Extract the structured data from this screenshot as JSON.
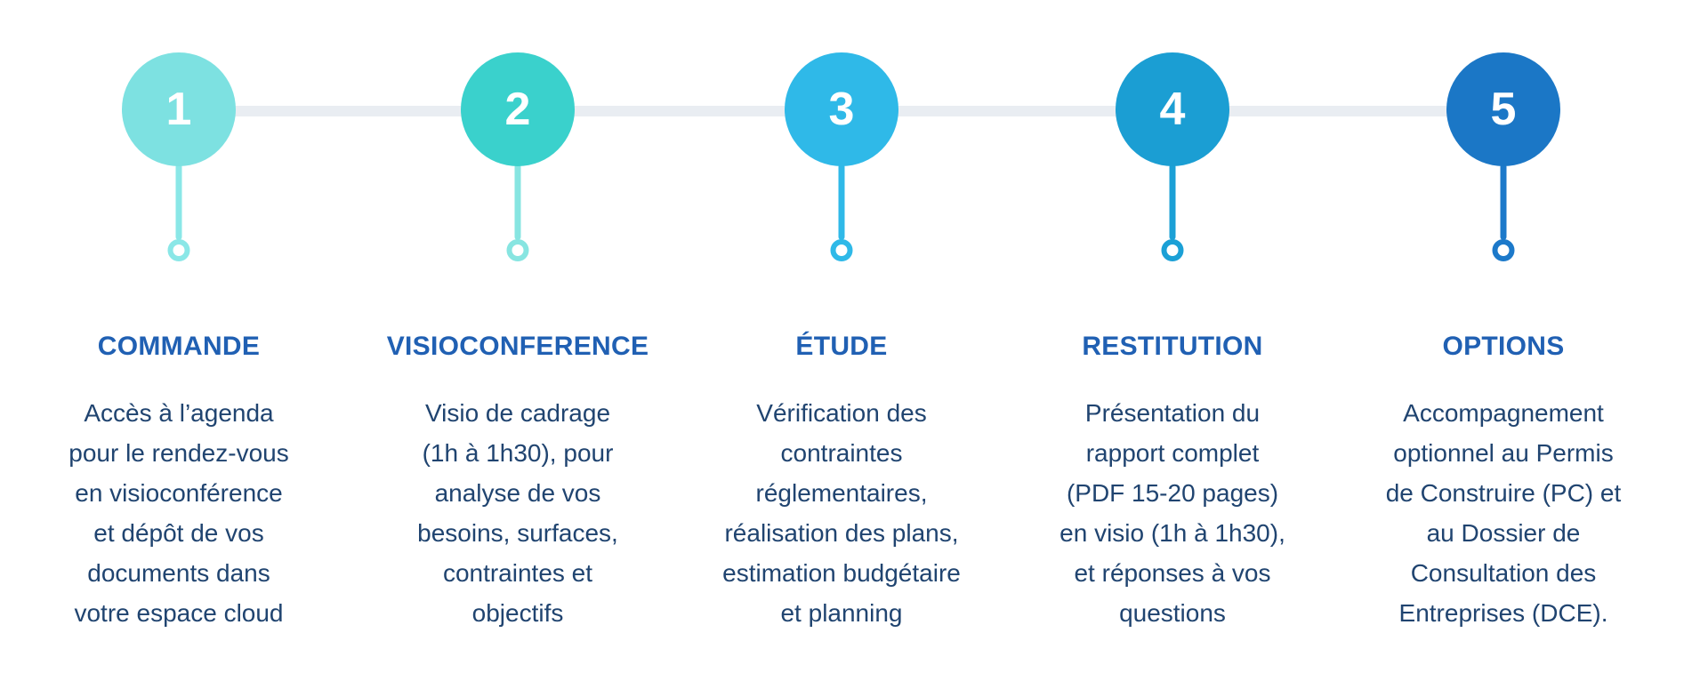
{
  "timeline": {
    "connector_color": "#e9edf2",
    "number_color": "#ffffff",
    "title_color": "#2060b3",
    "description_color": "#204470",
    "steps": [
      {
        "number": "1",
        "title": "COMMANDE",
        "description": "Accès à l’agenda\npour le rendez-vous\nen visioconférence\net dépôt de vos\ndocuments dans\nvotre espace cloud",
        "circle_color": "#7de1e1",
        "stem_color": "#8ae7e7"
      },
      {
        "number": "2",
        "title": "VISIOCONFERENCE",
        "description": "Visio de cadrage\n(1h à 1h30), pour\nanalyse de vos\nbesoins, surfaces,\ncontraintes et\nobjectifs",
        "circle_color": "#3ad1cc",
        "stem_color": "#87e5e1"
      },
      {
        "number": "3",
        "title": "ÉTUDE",
        "description": "Vérification des\ncontraintes\nréglementaires,\nréalisation des plans,\nestimation budgétaire\net planning",
        "circle_color": "#2fb9e8",
        "stem_color": "#2fb9e8"
      },
      {
        "number": "4",
        "title": "RESTITUTION",
        "description": "Présentation du\nrapport complet\n(PDF 15-20 pages)\nen visio (1h à 1h30),\net réponses à vos\nquestions",
        "circle_color": "#1b9ed3",
        "stem_color": "#1ba0d6"
      },
      {
        "number": "5",
        "title": "OPTIONS",
        "description": "Accompagnement\noptionnel au Permis\nde Construire (PC) et\nau Dossier de\nConsultation des\nEntreprises (DCE).",
        "circle_color": "#1b77c6",
        "stem_color": "#1c79ca"
      }
    ]
  }
}
